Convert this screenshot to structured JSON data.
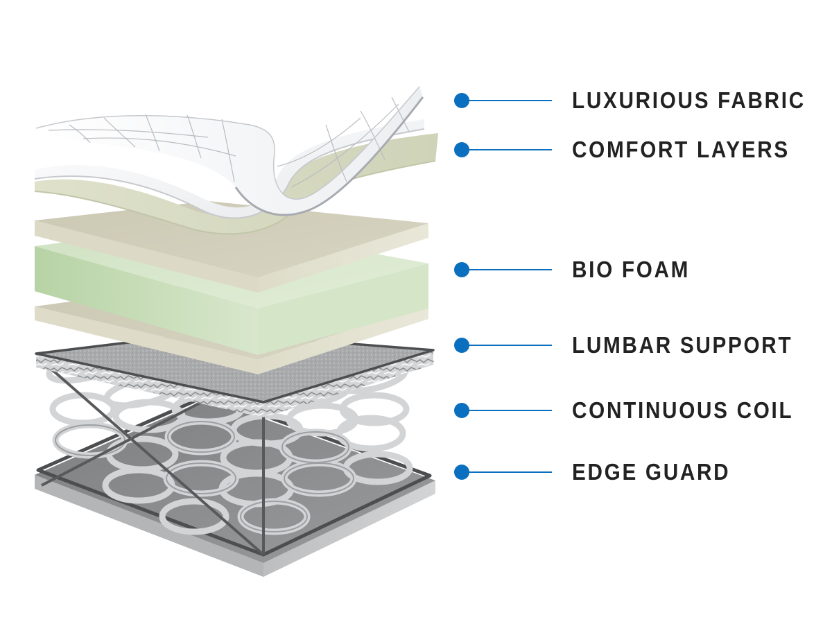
{
  "colors": {
    "accent": "#0a6fbf",
    "label_text": "#222222",
    "fabric": "#f2f3f5",
    "comfort_layer": "#e2e4d2",
    "bio_foam": "#cfe1c0",
    "lumbar_support": "#c9cacb",
    "coil": "#d3d5d7",
    "edge_guard": "#8c8d8f"
  },
  "callouts": [
    {
      "label": "LUXURIOUS FABRIC"
    },
    {
      "label": "COMFORT LAYERS"
    },
    {
      "label": "BIO FOAM"
    },
    {
      "label": "LUMBAR SUPPORT"
    },
    {
      "label": "CONTINUOUS COIL"
    },
    {
      "label": "EDGE GUARD"
    }
  ]
}
